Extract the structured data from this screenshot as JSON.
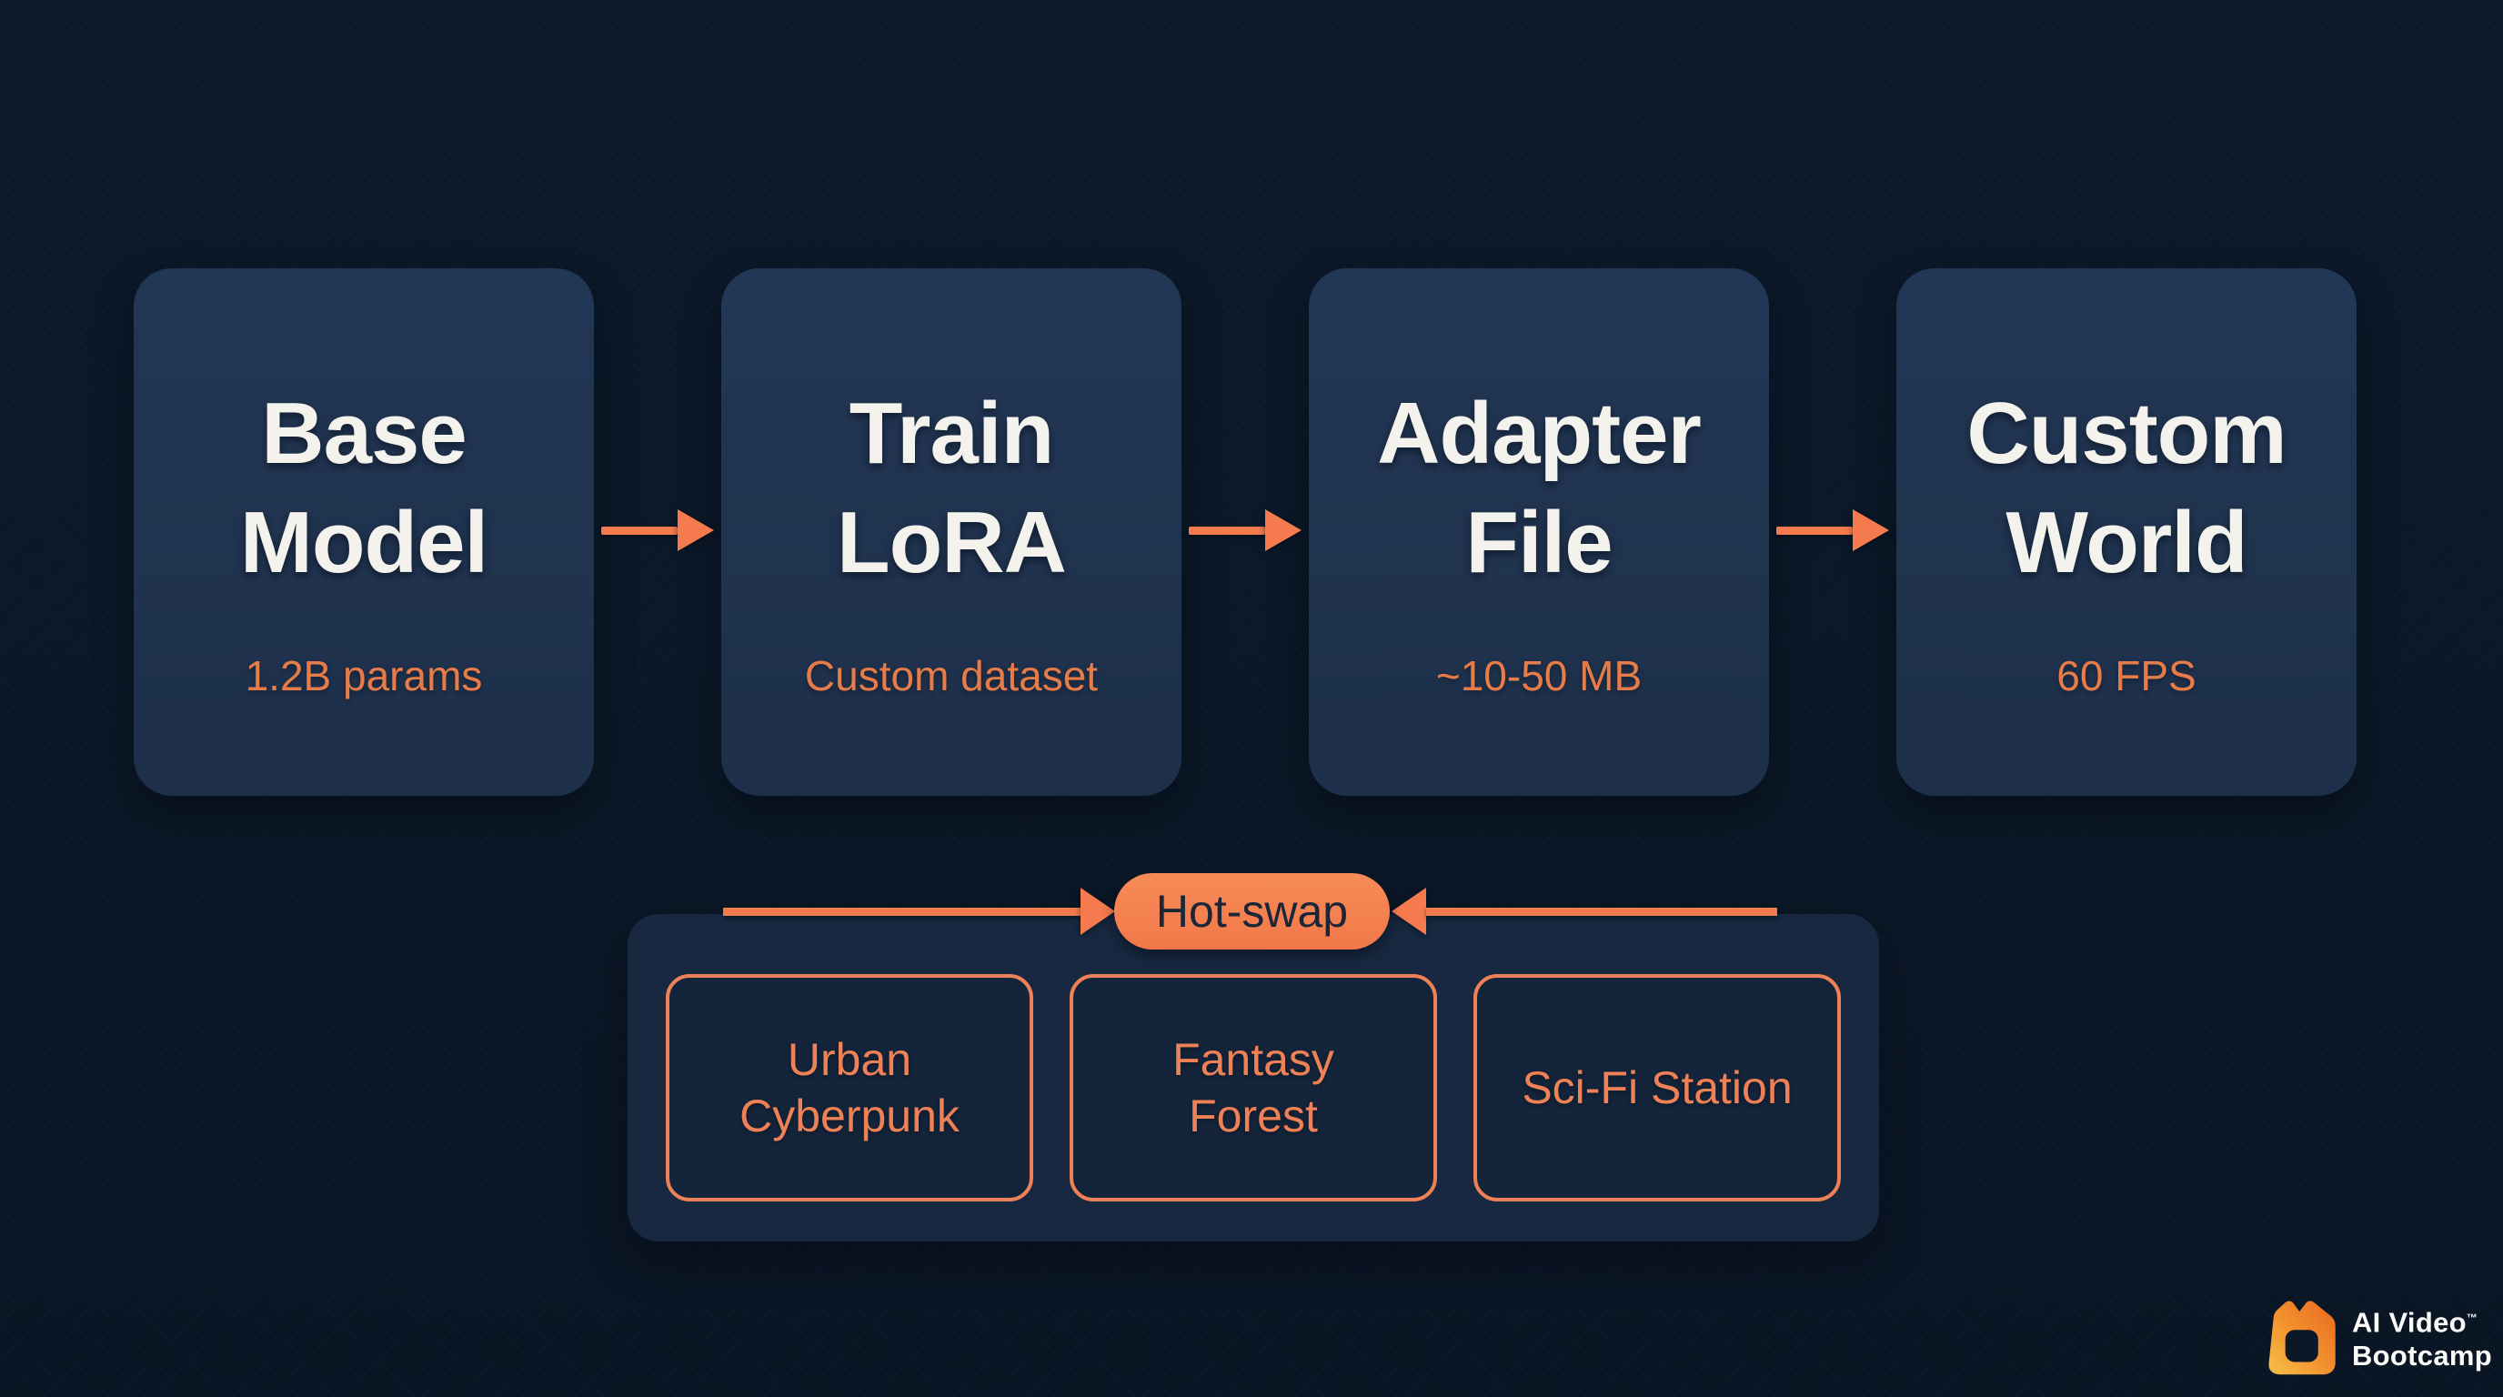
{
  "slide": {
    "pipeline": {
      "cards": [
        {
          "title": "Base Model",
          "subtitle": "1.2B params"
        },
        {
          "title": "Train LoRA",
          "subtitle": "Custom dataset"
        },
        {
          "title": "Adapter File",
          "subtitle": "~10-50 MB"
        },
        {
          "title": "Custom World",
          "subtitle": "60 FPS"
        }
      ]
    },
    "hotswap": {
      "label": "Hot-swap",
      "worlds": [
        "Urban Cyberpunk",
        "Fantasy Forest",
        "Sci-Fi Station"
      ]
    },
    "branding": {
      "name_line1": "AI Video",
      "trademark": "™",
      "name_line2": "Bootcamp"
    },
    "colors": {
      "background": "#0b1726",
      "card": "#20334f",
      "panel": "#172840",
      "accent_orange": "#f57b4f",
      "text_orange": "#e87c48",
      "outline_orange": "#ee8156",
      "title_white": "#f3f2ec",
      "pill_text": "#1b2638"
    }
  }
}
